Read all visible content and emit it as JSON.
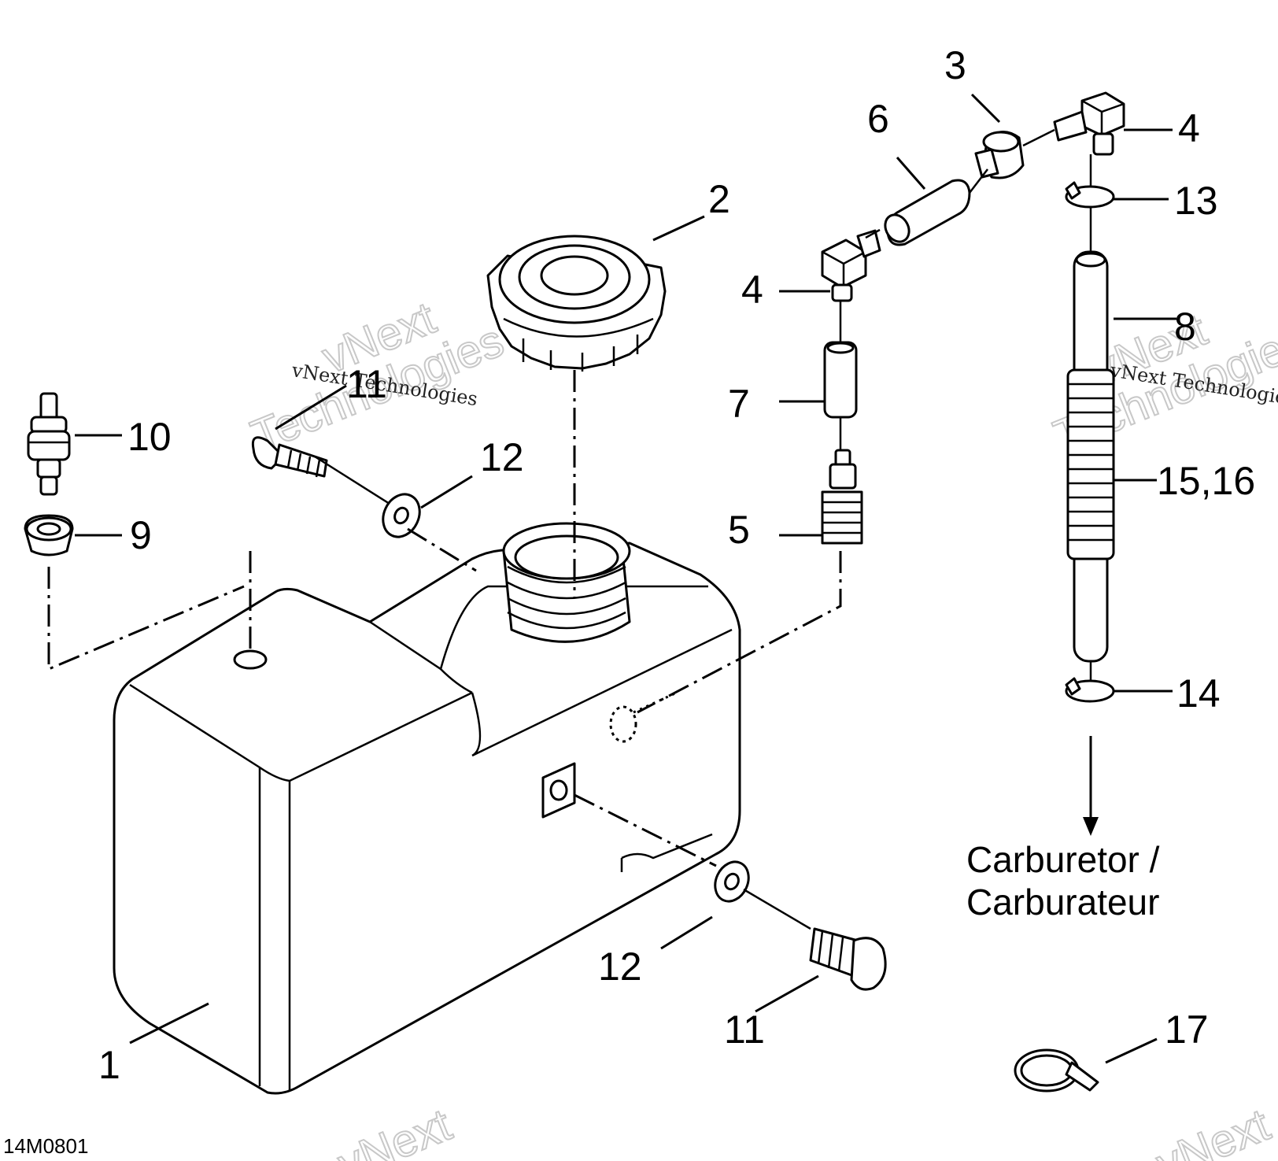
{
  "callouts": [
    {
      "id": "c1",
      "text": "1"
    },
    {
      "id": "c2",
      "text": "2"
    },
    {
      "id": "c3",
      "text": "3"
    },
    {
      "id": "c4a",
      "text": "4"
    },
    {
      "id": "c4b",
      "text": "4"
    },
    {
      "id": "c5",
      "text": "5"
    },
    {
      "id": "c6",
      "text": "6"
    },
    {
      "id": "c7",
      "text": "7"
    },
    {
      "id": "c8",
      "text": "8"
    },
    {
      "id": "c9",
      "text": "9"
    },
    {
      "id": "c10",
      "text": "10"
    },
    {
      "id": "c11a",
      "text": "11"
    },
    {
      "id": "c11b",
      "text": "11"
    },
    {
      "id": "c12a",
      "text": "12"
    },
    {
      "id": "c12b",
      "text": "12"
    },
    {
      "id": "c13",
      "text": "13"
    },
    {
      "id": "c14",
      "text": "14"
    },
    {
      "id": "c1516",
      "text": "15,16"
    },
    {
      "id": "c17",
      "text": "17"
    }
  ],
  "destination": {
    "line1": "Carburetor /",
    "line2": "Carburateur"
  },
  "figure_id": "14M0801",
  "watermark": {
    "small": "vNext Technologies",
    "word1": "vNext",
    "word2": "Technologies"
  }
}
